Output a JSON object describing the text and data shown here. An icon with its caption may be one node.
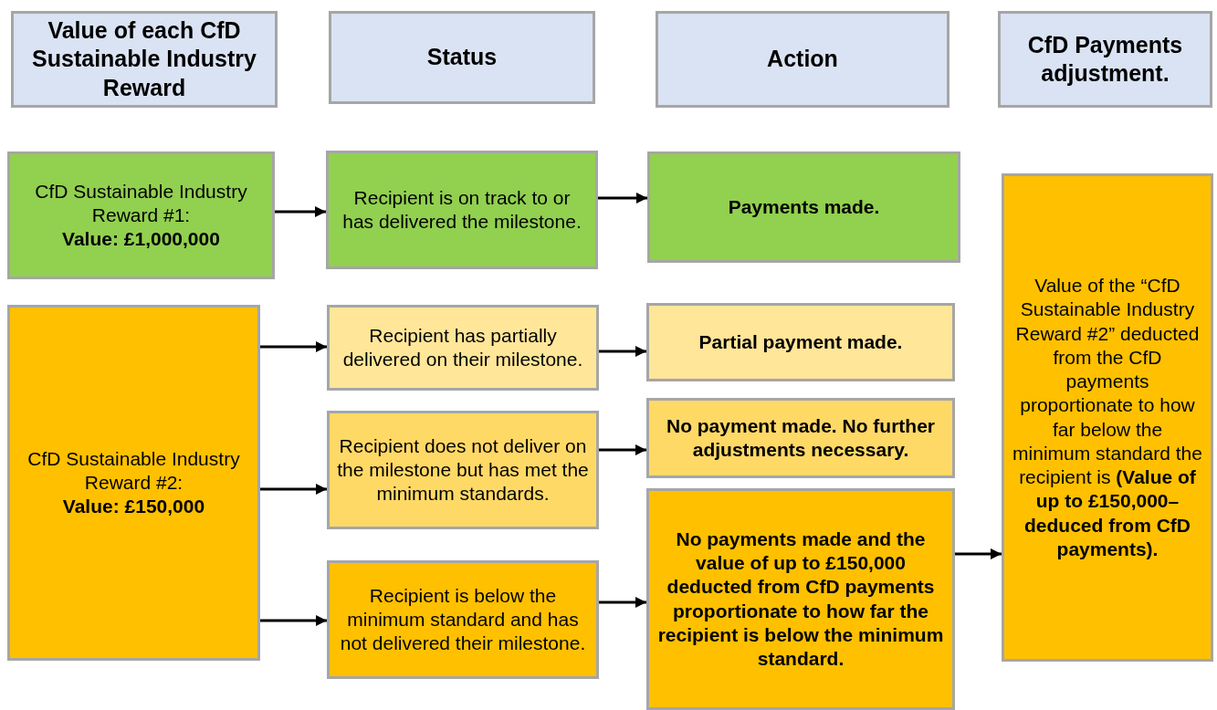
{
  "diagram": {
    "nodes": [
      {
        "text": [
          "Value of each CfD Sustainable Industry Reward"
        ]
      },
      {
        "text": [
          "Status"
        ]
      },
      {
        "text": [
          "Action"
        ]
      },
      {
        "text": [
          "CfD Payments adjustment."
        ]
      },
      {
        "text": [
          "CfD Sustainable Industry Reward #1:",
          "Value: £1,000,000"
        ]
      },
      {
        "text": [
          "Recipient is on track to or has delivered the milestone."
        ]
      },
      {
        "text": [
          "Payments made."
        ]
      },
      {
        "text": [
          "CfD Sustainable Industry Reward #2:",
          "Value: £150,000"
        ]
      },
      {
        "text": [
          "Recipient has partially delivered on their milestone."
        ]
      },
      {
        "text": [
          "Partial payment made."
        ]
      },
      {
        "text": [
          "Recipient does not deliver on the milestone but has met the minimum standards."
        ]
      },
      {
        "text": [
          "No payment made. No further adjustments necessary."
        ]
      },
      {
        "text": [
          "Recipient is below the minimum standard and has not delivered their milestone."
        ]
      },
      {
        "text": [
          "No payments made and the value of up to £150,000 deducted from CfD payments proportionate to how far the recipient is below the minimum standard."
        ]
      },
      {
        "text": [
          "Value of the “CfD Sustainable Industry Reward #2” deducted from the CfD payments proportionate to how far below the minimum standard the recipient is **(Value of up to £150,000– deduced from CfD payments).**"
        ]
      }
    ],
    "edges": [
      {
        "from": 4,
        "to": 5,
        "arrow": "to"
      },
      {
        "from": 5,
        "to": 6,
        "arrow": "to"
      },
      {
        "from": 7,
        "to": 8,
        "arrow": "to"
      },
      {
        "from": 7,
        "to": 10,
        "arrow": "to"
      },
      {
        "from": 7,
        "to": 12,
        "arrow": "to"
      },
      {
        "from": 8,
        "to": 9,
        "arrow": "to"
      },
      {
        "from": 10,
        "to": 11,
        "arrow": "to"
      },
      {
        "from": 12,
        "to": 13,
        "arrow": "to"
      },
      {
        "from": 13,
        "to": 14,
        "arrow": "to"
      }
    ]
  }
}
